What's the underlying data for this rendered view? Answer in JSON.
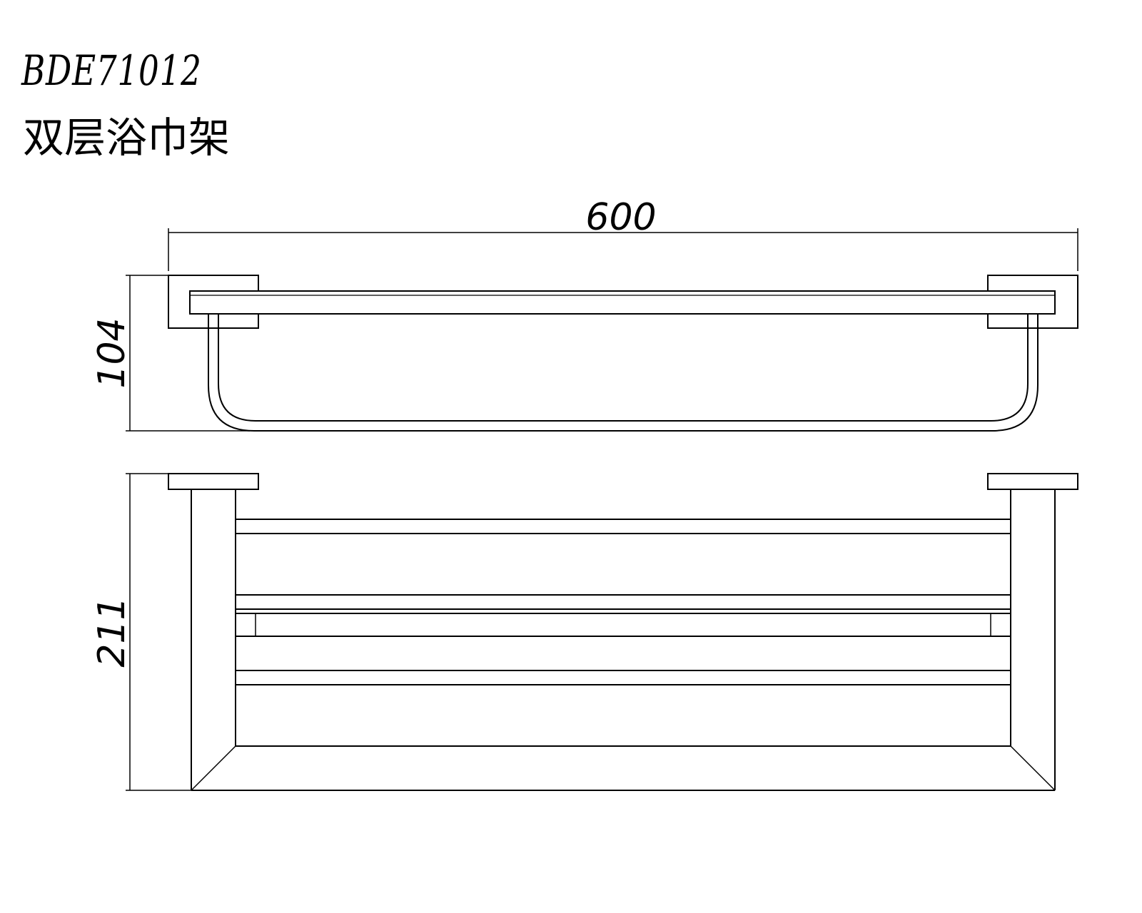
{
  "header": {
    "model_code": "BDE71012",
    "product_name": "双层浴巾架"
  },
  "dimensions": {
    "width_label": "600",
    "depth_label": "104",
    "height_label": "211"
  },
  "colors": {
    "line": "#000000",
    "background": "#ffffff"
  }
}
